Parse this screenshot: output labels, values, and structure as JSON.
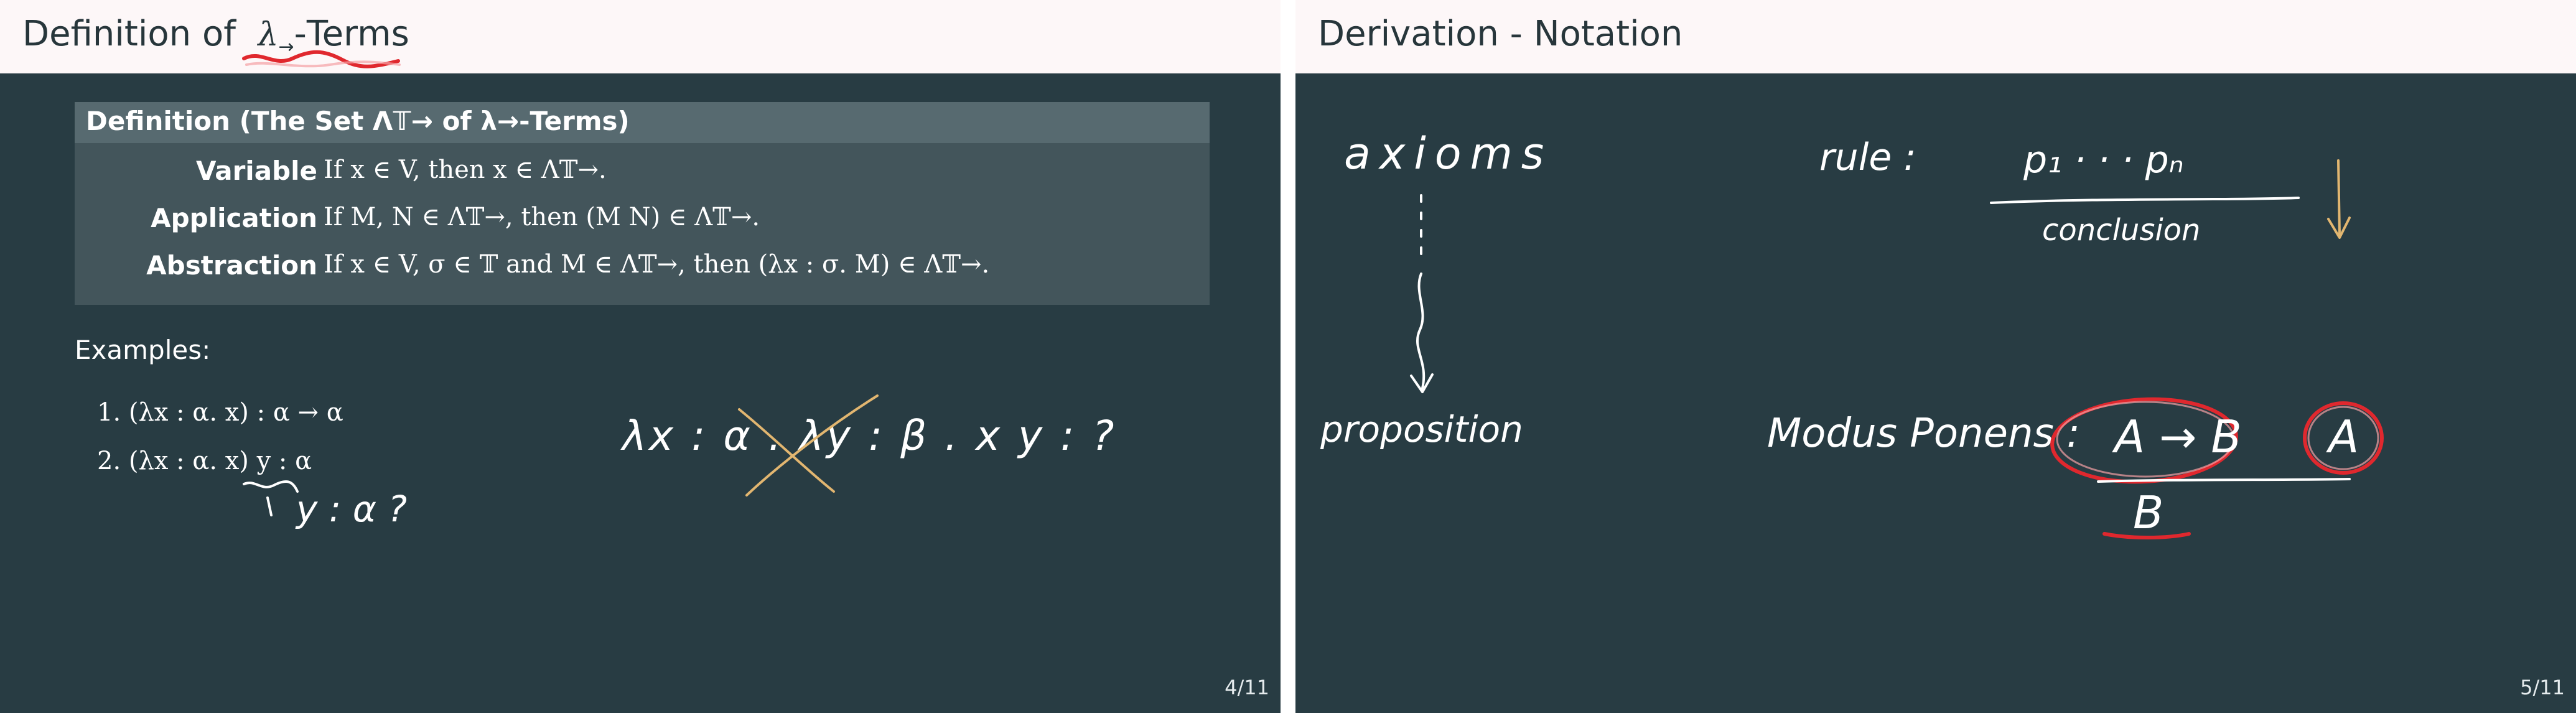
{
  "slide_left": {
    "title_prefix": "Definition of",
    "title_math": "λ",
    "title_sub": "→",
    "title_suffix": "-Terms",
    "definition": {
      "title": "Definition (The Set Λ𝕋→ of  λ→-Terms)",
      "rows": [
        {
          "label": "Variable",
          "text": "If x ∈ V, then x ∈ Λ𝕋→."
        },
        {
          "label": "Application",
          "text": "If M, N ∈ Λ𝕋→, then (M N) ∈ Λ𝕋→."
        },
        {
          "label": "Abstraction",
          "text": "If x ∈ V, σ ∈ 𝕋 and M ∈ Λ𝕋→, then (λx : σ. M) ∈ Λ𝕋→."
        }
      ]
    },
    "examples_label": "Examples:",
    "examples": [
      "1.  (λx : α. x) : α → α",
      "2.  (λx : α. x) y : α"
    ],
    "handwriting": {
      "under_example": "y : α ?",
      "term": "λx : α . λy : β . x y  :  ?"
    },
    "page_number": "4/11"
  },
  "slide_right": {
    "title": "Derivation - Notation",
    "handwriting": {
      "axioms": "axioms",
      "proposition": "proposition",
      "rule": "rule :",
      "premises": "p₁   · · ·   pₙ",
      "conclusion": "conclusion",
      "modus_ponens": "Modus Ponens :",
      "mp_premise_1": "A → B",
      "mp_premise_2": "A",
      "mp_conclusion": "B"
    },
    "page_number": "5/11"
  },
  "colors": {
    "slide_background": "#283c43",
    "header_background": "#fdf7f8",
    "block_background": "#43555b",
    "block_title_background": "#576a70",
    "ink_white": "#ffffff",
    "ink_red": "#e0282e",
    "ink_orange": "#e2b670"
  }
}
